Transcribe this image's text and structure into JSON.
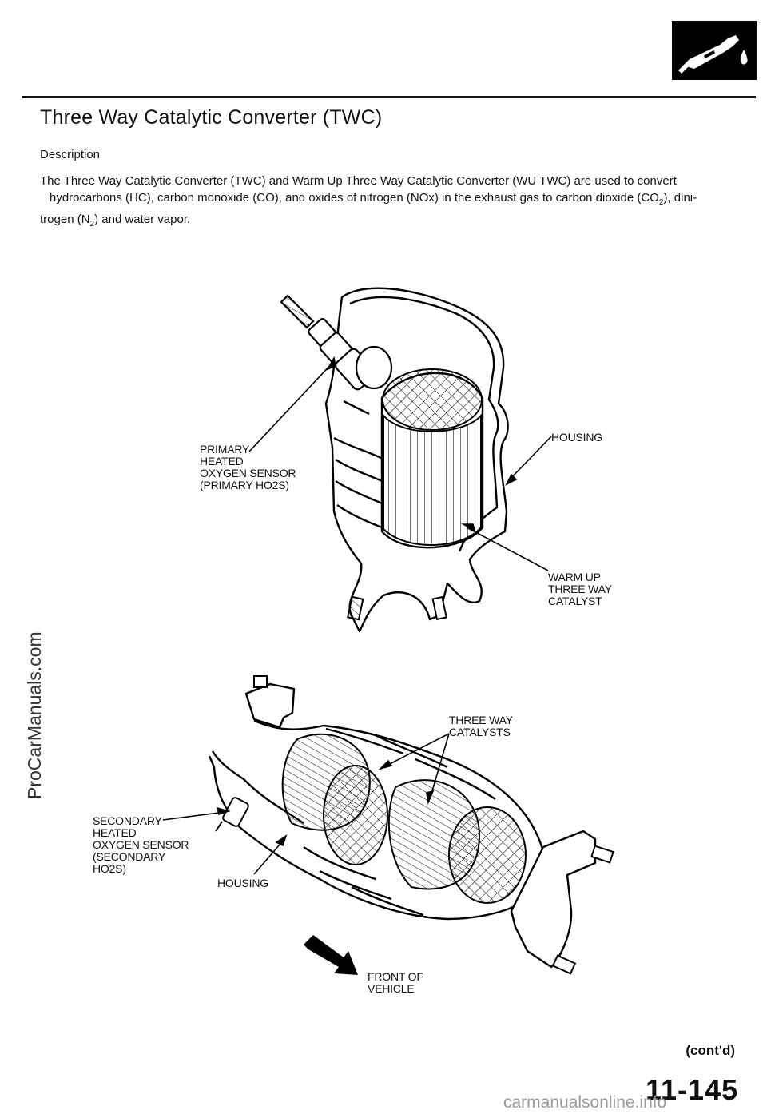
{
  "title": "Three Way Catalytic Converter (TWC)",
  "subheading": "Description",
  "body_line1": "The Three Way Catalytic Converter (TWC) and Warm Up Three Way Catalytic Converter (WU TWC) are used to convert",
  "body_line2": "hydrocarbons (HC), carbon monoxide (CO), and oxides of nitrogen (NOx) in the exhaust gas to carbon dioxide (CO",
  "body_line2_sub": "2",
  "body_line2_end": "), dini-",
  "body_line3_a": "trogen (N",
  "body_line3_sub": "2",
  "body_line3_b": ") and water vapor.",
  "figure1": {
    "primary_sensor_label": "PRIMARY\nHEATED\nOXYGEN  SENSOR\n(PRIMARY  HO2S)",
    "housing_label": "HOUSING",
    "warm_up_label": "WARM  UP\nTHREE WAY\nCATALYST"
  },
  "figure2": {
    "three_way_label": "THREE WAY\nCATALYSTS",
    "secondary_sensor_label": "SECONDARY\nHEATED\nOXYGEN  SENSOR\n(SECONDARY\nHO2S)",
    "housing_label": "HOUSING",
    "front_label": "FRONT  OF\nVEHICLE"
  },
  "section_icon": "fuel-nozzle-icon",
  "contd": "(cont'd)",
  "page_number": "11-145",
  "side_watermark": "ProCarManuals.com",
  "bottom_watermark": "carmanualsonline.info"
}
